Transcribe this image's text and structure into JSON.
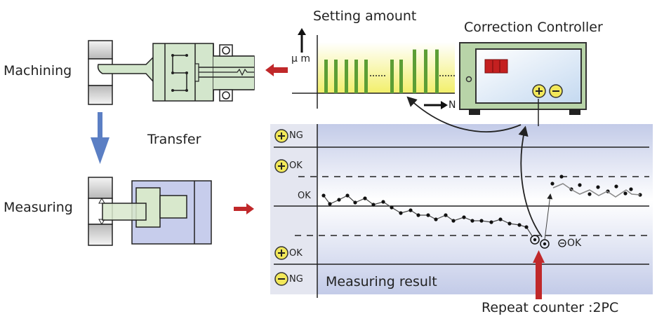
{
  "labels": {
    "machining": "Machining",
    "transfer": "Transfer",
    "measuring": "Measuring",
    "setting_amount": "Setting amount",
    "correction_controller": "Correction Controller",
    "y_unit": "μ m",
    "x_unit": "N",
    "measuring_result": "Measuring result",
    "repeat_counter": "Repeat counter :2PC",
    "minus_ok": "OK"
  },
  "result_chart": {
    "zones": [
      {
        "sign": "+",
        "label": "NG"
      },
      {
        "sign": "+",
        "label": "OK"
      },
      {
        "sign": "",
        "label": "OK"
      },
      {
        "sign": "+",
        "label": "OK"
      },
      {
        "sign": "−",
        "label": "NG"
      }
    ]
  },
  "controller": {
    "plus": "+",
    "minus": "−"
  },
  "colors": {
    "green_bar": "#5c9e35",
    "controller_body": "#b8d4a8",
    "display_red": "#c42020",
    "arrow_red": "#c0282a",
    "arrow_blue": "#5b7fc4",
    "chart_bg": "#c5cde8",
    "knob_yellow": "#f2e85a"
  },
  "chart_data": {
    "type": "bar",
    "title": "Setting amount",
    "xlabel": "N",
    "ylabel": "μ m",
    "values": [
      1,
      1,
      1,
      1,
      1,
      null,
      1,
      1,
      null,
      1.3,
      1.3,
      1.3,
      null
    ]
  }
}
